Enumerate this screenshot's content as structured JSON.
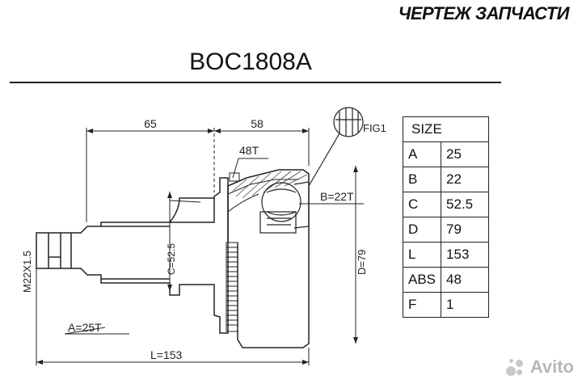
{
  "header": {
    "title": "ЧЕРТЕЖ ЗАПЧАСТИ"
  },
  "part_number": "BOC1808A",
  "drawing": {
    "dim_65": "65",
    "dim_58": "58",
    "label_48t": "48T",
    "label_fig1": "FIG1",
    "label_b": "B=22T",
    "label_c": "C=52.5",
    "label_d": "D=79",
    "label_m": "M22X1.5",
    "label_a": "A=25T",
    "label_l": "L=153"
  },
  "size_table": {
    "header": "SIZE",
    "rows": [
      {
        "key": "A",
        "value": "25"
      },
      {
        "key": "B",
        "value": "22"
      },
      {
        "key": "C",
        "value": "52.5"
      },
      {
        "key": "D",
        "value": "79"
      },
      {
        "key": "L",
        "value": "153"
      },
      {
        "key": "ABS",
        "value": "48"
      },
      {
        "key": "F",
        "value": "1"
      }
    ]
  },
  "watermark": {
    "text": "Avito"
  }
}
